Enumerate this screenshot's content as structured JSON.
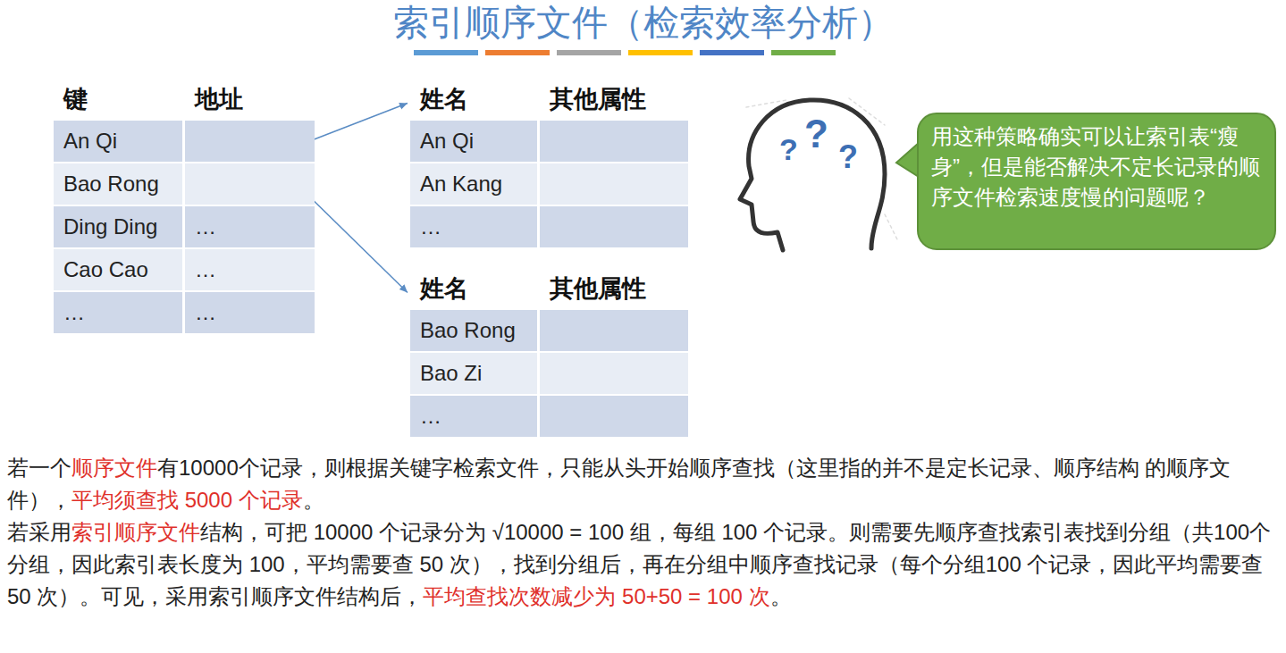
{
  "diagram": {
    "title": "索引顺序文件（检索效率分析）",
    "nodes": [
      {
        "text": [
          "键",
          "地址"
        ]
      },
      {
        "text": [
          "An Qi"
        ],
        "in": 0
      },
      {
        "text": [
          "Bao Rong"
        ],
        "in": 0
      },
      {
        "text": [
          "Ding Ding",
          "…"
        ],
        "in": 0
      },
      {
        "text": [
          "Cao Cao",
          "…"
        ],
        "in": 0
      },
      {
        "text": [
          "…",
          "…"
        ],
        "in": 0
      },
      {
        "text": [
          "姓名",
          "其他属性"
        ]
      },
      {
        "text": [
          "An Qi"
        ],
        "in": 6
      },
      {
        "text": [
          "An Kang"
        ],
        "in": 6
      },
      {
        "text": [
          "…"
        ],
        "in": 6
      },
      {
        "text": [
          "姓名",
          "其他属性"
        ]
      },
      {
        "text": [
          "Bao Rong"
        ],
        "in": 10
      },
      {
        "text": [
          "Bao Zi"
        ],
        "in": 10
      },
      {
        "text": [
          "…"
        ],
        "in": 10
      },
      {
        "text": [
          "用这种策略确实可以让索引表“瘦身”，但是能否解决不定长记录的顺序文件检索速度慢的问题呢？"
        ]
      }
    ],
    "edges": [
      {
        "from": 1,
        "to": 6,
        "arrow": "to"
      },
      {
        "from": 2,
        "to": 10,
        "arrow": "to"
      }
    ],
    "labels": [
      "?",
      "?",
      "?",
      "若一个",
      "顺序文件",
      "有10000个记录，则根据关键字检索文件，只能从头开始顺序查找（这里指的并不是定长记录、顺序结构 的顺序文件），",
      "平均须查找 5000 个记录",
      "。",
      "若采用",
      "索引顺序文件",
      "结构，可把 10000 个记录分为 √10000 = 100  组，每组 100 个记录。则需要先顺序查找索引表找到分组（共100个分组，因此索引表长度为 100，平均需要查 50 次），找到分组后，再在分组中顺序查找记录（每个分组100 个记录，因此平均需要查 50 次）。可见，采用索引顺序文件结构后，",
      "平均查找次数减少为 50+50 = 100 次",
      "。"
    ]
  }
}
